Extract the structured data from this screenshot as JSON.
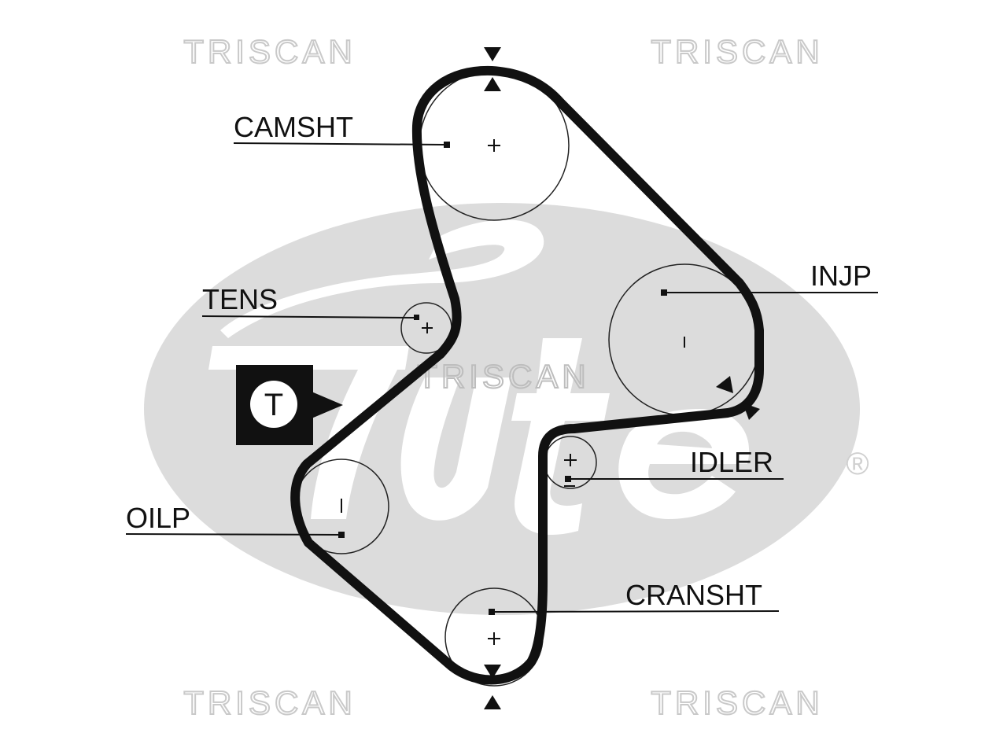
{
  "brand": {
    "watermark": "TRISCAN",
    "registered_mark": "®"
  },
  "components": {
    "camshaft": "CAMSHT",
    "tensioner": "TENS",
    "injection_pump": "INJP",
    "idler": "IDLER",
    "oil_pump": "OILP",
    "crankshaft": "CRANSHT"
  },
  "tensioner_marker": "T",
  "colors": {
    "belt": "#111111",
    "logo_gray": "#dcdcdc",
    "watermark_outline": "#c9c9c9",
    "background": "#ffffff"
  }
}
